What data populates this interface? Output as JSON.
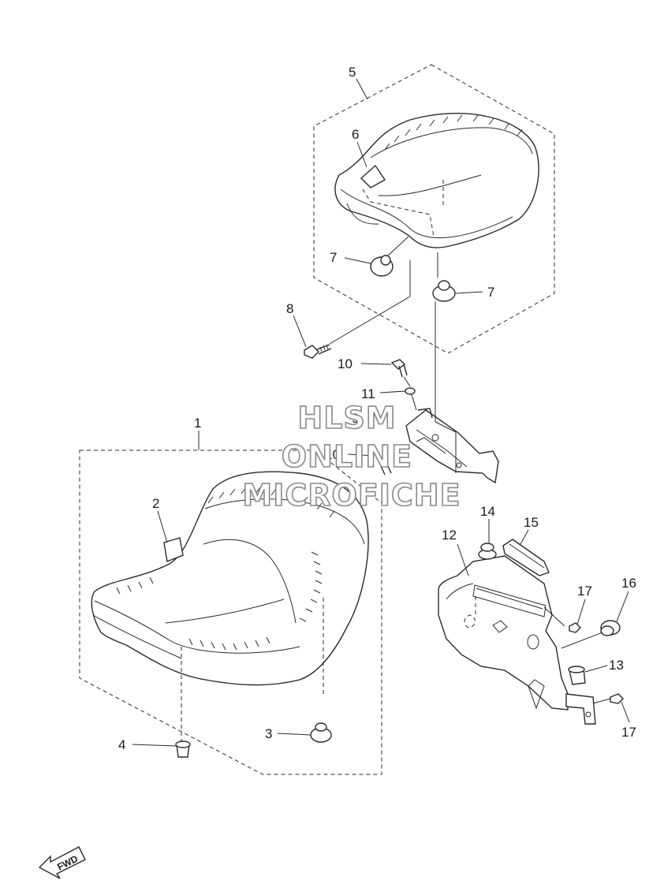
{
  "watermark": {
    "line1": "HLSM",
    "line2": "ONLINE",
    "line3": "MICROFICHE"
  },
  "direction_arrow": {
    "label": "FWD"
  },
  "callouts": {
    "c1": "1",
    "c2": "2",
    "c3": "3",
    "c4": "4",
    "c5": "5",
    "c6": "6",
    "c7a": "7",
    "c7b": "7",
    "c8": "8",
    "c9": "9",
    "c10a": "10",
    "c10b": "10",
    "c11": "11",
    "c12": "12",
    "c13": "13",
    "c14": "14",
    "c15": "15",
    "c16": "16",
    "c17a": "17",
    "c17b": "17"
  }
}
